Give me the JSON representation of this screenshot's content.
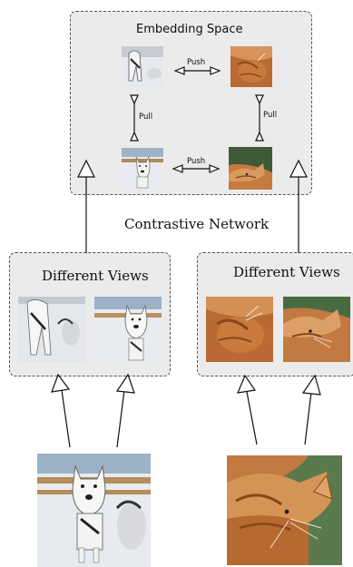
{
  "embedding": {
    "title": "Embedding Space",
    "push_label": "Push",
    "pull_label": "Pull"
  },
  "network_label": "Contrastive Network",
  "views_left": {
    "title": "Different Views"
  },
  "views_right": {
    "title": "Different Views"
  },
  "colors": {
    "panel": "#ebebeb",
    "border": "#555555",
    "snow": "#e6e9ee",
    "fur": "#c0743a"
  }
}
